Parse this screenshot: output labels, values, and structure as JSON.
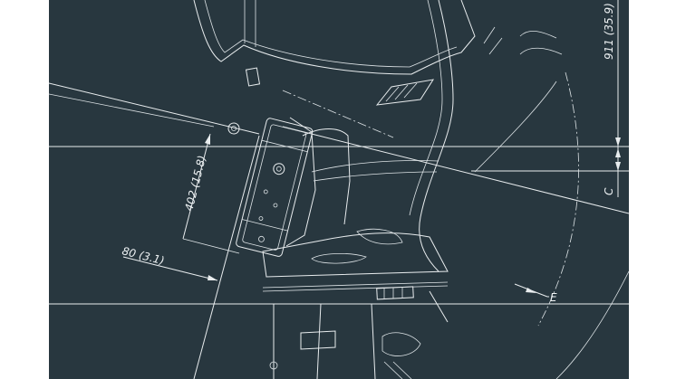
{
  "drawing": {
    "dim_height": "911 (35.9)",
    "dim_c": "C",
    "dim_bracket": "402 (15.8)",
    "dim_offset": "80 (3.1)",
    "label_e": "E"
  },
  "colors": {
    "background": "#28373f",
    "lines": "#e8ecee",
    "margin": "#ffffff"
  }
}
